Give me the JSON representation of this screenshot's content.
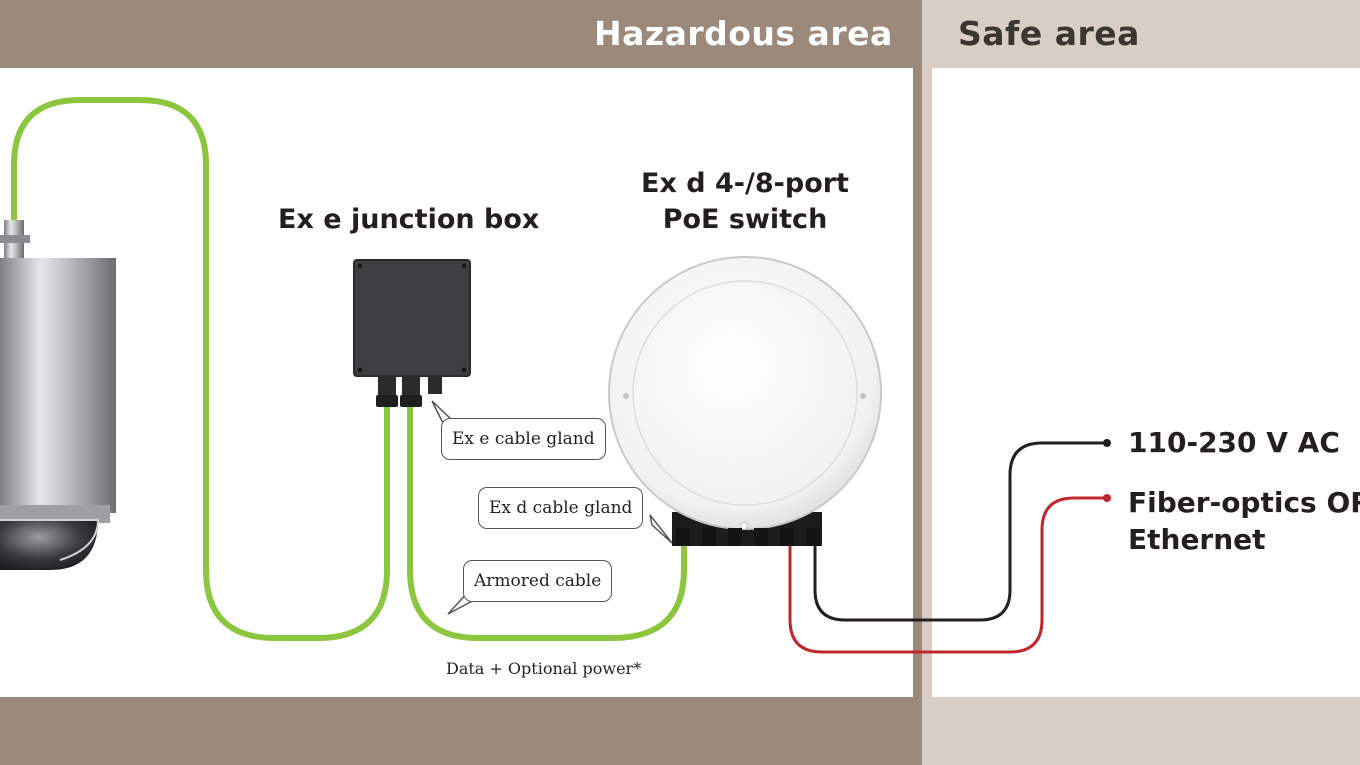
{
  "zones": {
    "hazardous_title": "Hazardous area",
    "safe_title": "Safe area"
  },
  "components": {
    "junction_box_label": "Ex e junction box",
    "switch_label": "Ex d 4-/8-port PoE switch"
  },
  "callouts": {
    "ex_e_cable_gland": "Ex e cable gland",
    "ex_d_cable_gland": "Ex d cable gland",
    "armored_cable": "Armored cable"
  },
  "connections": {
    "data_power_label": "Data + Optional power*",
    "power_label": "110-230 V AC",
    "network_label": "Fiber-optics OR Ethernet"
  },
  "colors": {
    "hazardous_band": "#9b8a7b",
    "safe_band": "#d8cec6",
    "armored_cable": "#8cc63f",
    "power_cable": "#231f20",
    "network_cable": "#c1272d"
  }
}
